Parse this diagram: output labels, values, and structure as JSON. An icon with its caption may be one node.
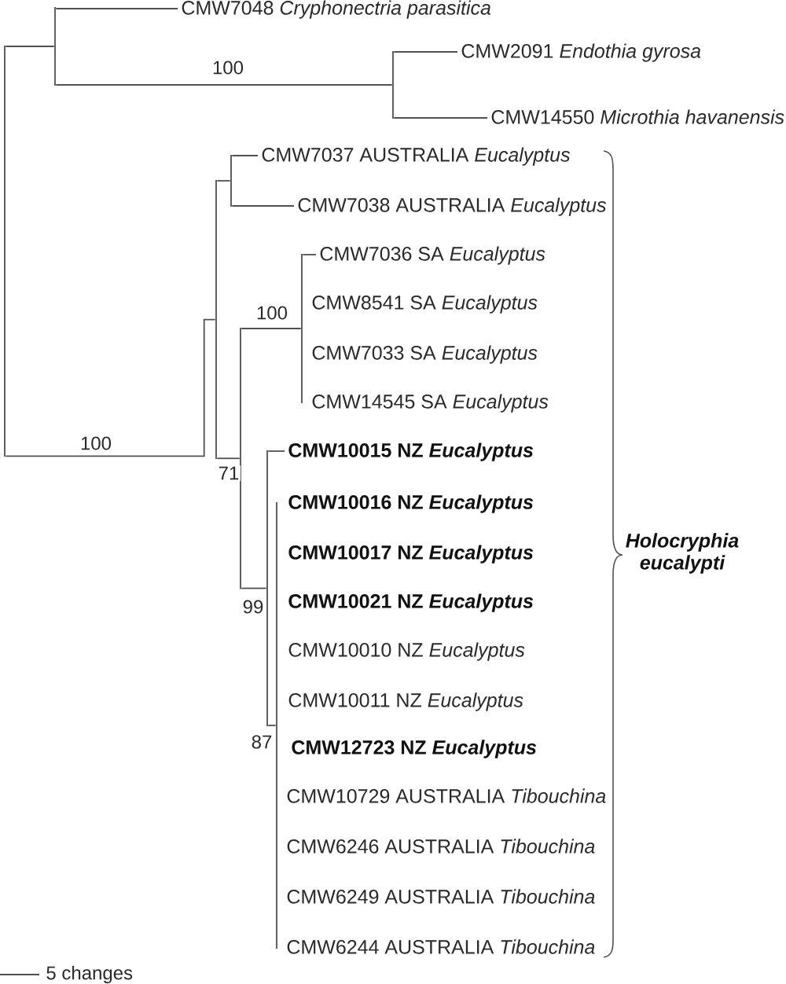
{
  "diagram": {
    "nodes": [
      {
        "text": [],
        "shape": "bar"
      },
      {
        "text": [],
        "shape": "bar"
      },
      {
        "text": [
          "CMW7048 *Cryphonectria parasitica*"
        ]
      },
      {
        "text": [],
        "shape": "bar"
      },
      {
        "text": [
          "CMW2091 *Endothia gyrosa*"
        ]
      },
      {
        "text": [
          "CMW14550 *Microthia havanensis*"
        ]
      },
      {
        "text": [],
        "shape": "bar"
      },
      {
        "text": [],
        "shape": "bar"
      },
      {
        "text": [
          "CMW7037 AUSTRALIA *Eucalyptus*"
        ]
      },
      {
        "text": [
          "CMW7038 AUSTRALIA *Eucalyptus*"
        ]
      },
      {
        "text": [],
        "shape": "bar"
      },
      {
        "text": [],
        "shape": "bar"
      },
      {
        "text": [
          "CMW7036 SA *Eucalyptus*"
        ]
      },
      {
        "text": [
          "CMW8541 SA *Eucalyptus*"
        ]
      },
      {
        "text": [
          "CMW7033 SA *Eucalyptus*"
        ]
      },
      {
        "text": [
          "CMW14545 SA *Eucalyptus*"
        ]
      },
      {
        "text": [],
        "shape": "bar"
      },
      {
        "text": [
          "CMW10015 NZ *Eucalyptus*"
        ]
      },
      {
        "text": [],
        "shape": "bar"
      },
      {
        "text": [
          "CMW10016 NZ *Eucalyptus*"
        ]
      },
      {
        "text": [
          "CMW10017 NZ *Eucalyptus*"
        ]
      },
      {
        "text": [
          "CMW10021 NZ *Eucalyptus*"
        ]
      },
      {
        "text": [
          "CMW10010 NZ *Eucalyptus*"
        ]
      },
      {
        "text": [
          "CMW10011 NZ *Eucalyptus*"
        ]
      },
      {
        "text": [
          "CMW12723 NZ *Eucalyptus*"
        ]
      },
      {
        "text": [
          "CMW10729 AUSTRALIA *Tibouchina*"
        ]
      },
      {
        "text": [
          "CMW6246 AUSTRALIA *Tibouchina*"
        ]
      },
      {
        "text": [
          "CMW6249 AUSTRALIA *Tibouchina*"
        ]
      },
      {
        "text": [
          "CMW6244 AUSTRALIA *Tibouchina*"
        ]
      }
    ],
    "edges": [
      {
        "from": 0,
        "to": 1,
        "arrow": "none"
      },
      {
        "from": 1,
        "to": 2,
        "arrow": "none"
      },
      {
        "from": 1,
        "to": 3,
        "arrow": "none",
        "label": "100"
      },
      {
        "from": 3,
        "to": 4,
        "arrow": "none"
      },
      {
        "from": 3,
        "to": 5,
        "arrow": "none"
      },
      {
        "from": 0,
        "to": 6,
        "arrow": "none",
        "label": "100"
      },
      {
        "from": 6,
        "to": 7,
        "arrow": "none"
      },
      {
        "from": 7,
        "to": 8,
        "arrow": "none"
      },
      {
        "from": 7,
        "to": 9,
        "arrow": "none"
      },
      {
        "from": 6,
        "to": 10,
        "arrow": "none",
        "label": "71"
      },
      {
        "from": 10,
        "to": 11,
        "arrow": "none",
        "label": "100"
      },
      {
        "from": 11,
        "to": 12,
        "arrow": "none"
      },
      {
        "from": 10,
        "to": 16,
        "arrow": "none",
        "label": "99"
      },
      {
        "from": 16,
        "to": 17,
        "arrow": "none"
      },
      {
        "from": 16,
        "to": 18,
        "arrow": "none",
        "label": "87"
      }
    ],
    "labels": [
      "Holocryphia eucalypti",
      "5 changes"
    ]
  }
}
